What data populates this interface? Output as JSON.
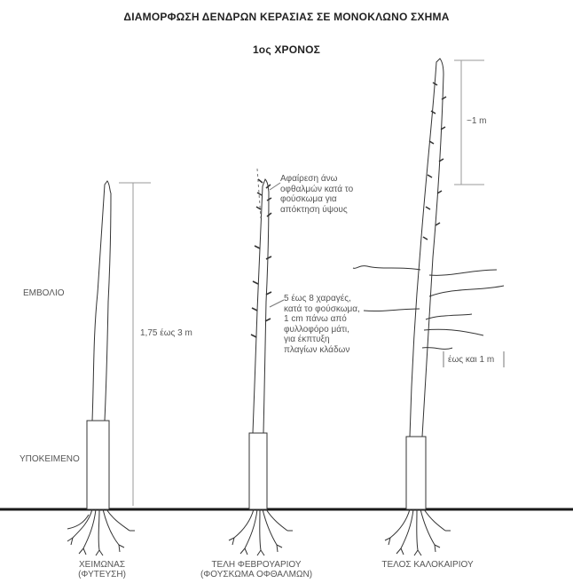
{
  "title": "ΔΙΑΜΟΡΦΩΣΗ ΔΕΝΔΡΩΝ ΚΕΡΑΣΙΑΣ ΣΕ ΜΟΝΟΚΛΩΝΟ ΣΧΗΜΑ",
  "subtitle": "1ος ΧΡΟΝΟΣ",
  "labels": {
    "scion": "ΕΜΒΟΛΙΟ",
    "rootstock": "ΥΠΟΚΕΙΜΕΝΟ"
  },
  "stage1": {
    "caption_line1": "ΧΕΙΜΩΝΑΣ",
    "caption_line2": "(ΦΥΤΕΥΣΗ)",
    "height": "1,75 έως 3 m"
  },
  "stage2": {
    "caption_line1": "ΤΕΛΗ ΦΕΒΡΟΥΑΡΙΟΥ",
    "caption_line2": "(ΦΟΥΣΚΩΜΑ ΟΦΘΑΛΜΩΝ)",
    "note_top": [
      "Αφαίρεση άνω",
      "οφθαλμών κατά το",
      "φούσκωμα για",
      "απόκτηση ύψους"
    ],
    "note_mid": [
      "5 έως 8 χαραγές,",
      "κατά το φούσκωμα,",
      "1 cm πάνω από",
      "φυλλοφόρο μάτι,",
      "για έκπτυξη",
      "πλαγίων κλάδων"
    ]
  },
  "stage3": {
    "caption_line1": "ΤΕΛΟΣ ΚΑΛΟΚΑΙΡΙΟΥ",
    "top_growth": "~1 m",
    "branch_length": "έως και 1 m"
  },
  "colors": {
    "ink": "#333333",
    "ground": "#1a1a1a",
    "guide": "#9a9a9a"
  }
}
